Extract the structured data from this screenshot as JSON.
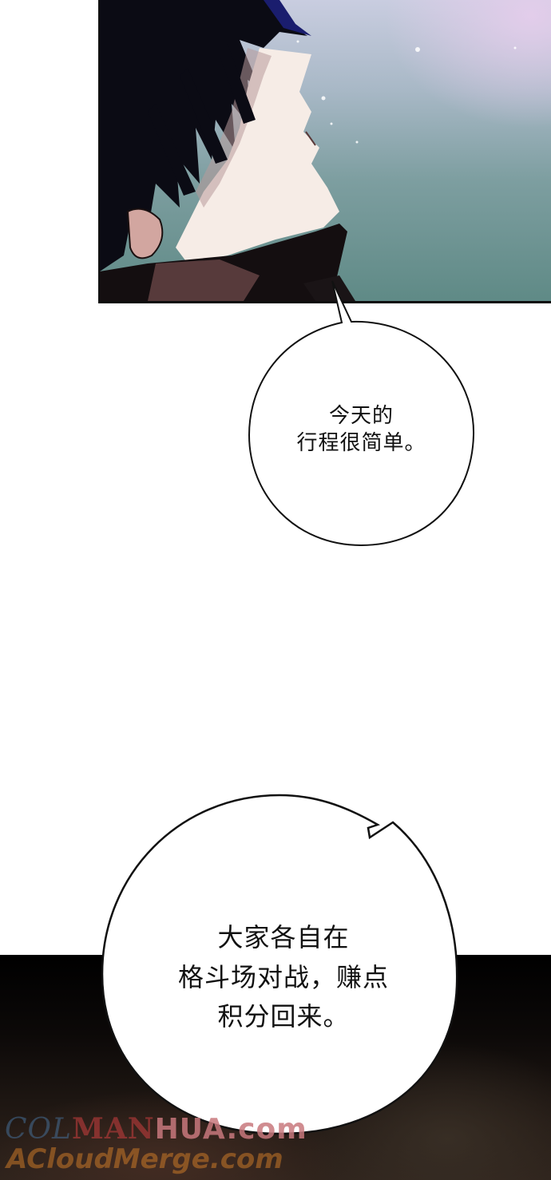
{
  "page": {
    "type": "comic-strip",
    "background_color": "#ffffff"
  },
  "panels": [
    {
      "id": "top-panel",
      "description": "Dark-haired character in profile looking upward against a misty teal-lavender sky",
      "colors": {
        "sky_top": "#d9cde6",
        "sky_bottom": "#5f8a86",
        "hair": "#0b0b14",
        "skin": "#f6ece6"
      }
    },
    {
      "id": "bottom-panel",
      "description": "Dark scene with faint figures",
      "colors": {
        "base": "#000000",
        "lower": "#2e231c"
      }
    }
  ],
  "bubbles": [
    {
      "id": "bubble-1",
      "lines": [
        "今天的",
        "行程很简单。"
      ]
    },
    {
      "id": "bubble-2",
      "lines": [
        "大家各自在",
        "格斗场对战，赚点",
        "积分回来。"
      ]
    }
  ],
  "watermarks": {
    "line1": {
      "part_a": "COL",
      "part_b": "MAN",
      "part_c": "HUA.com"
    },
    "line2": "ACloudMerge.com"
  }
}
